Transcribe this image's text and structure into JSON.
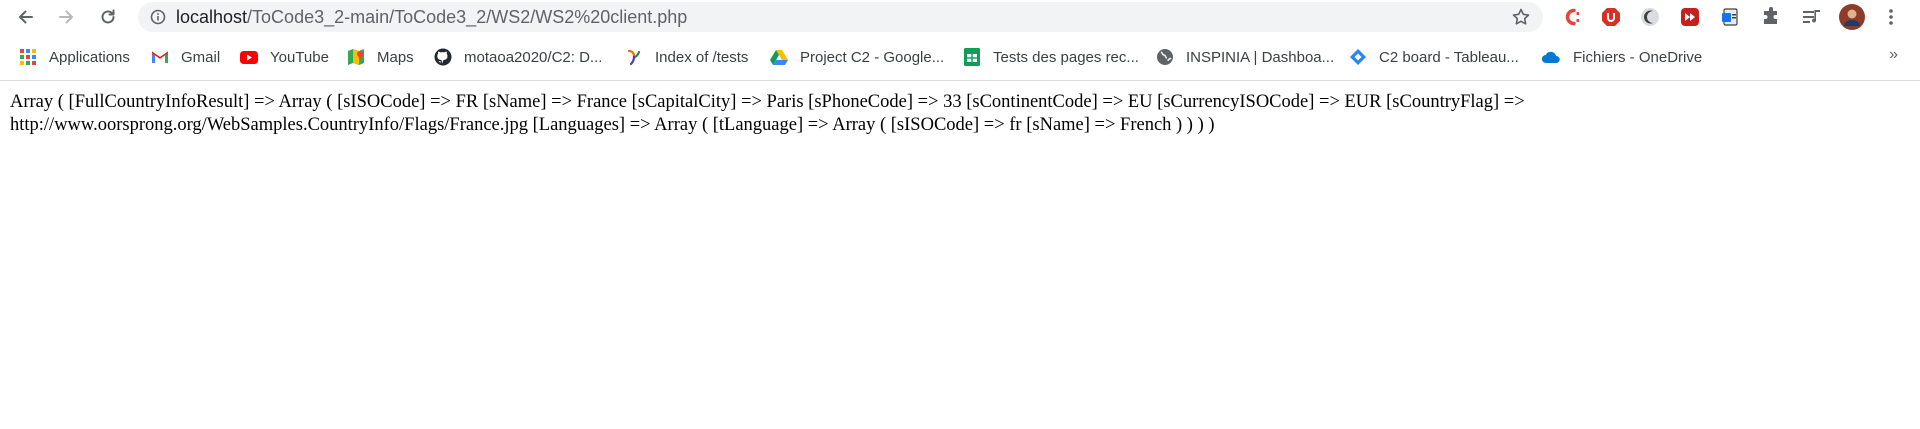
{
  "browser": {
    "url_host": "localhost",
    "url_path": "/ToCode3_2-main/ToCode3_2/WS2/WS2%20client.php",
    "bookmarks": [
      {
        "label": "Applications",
        "icon": "apps-grid-icon"
      },
      {
        "label": "Gmail",
        "icon": "gmail-icon"
      },
      {
        "label": "YouTube",
        "icon": "youtube-icon"
      },
      {
        "label": "Maps",
        "icon": "maps-icon"
      },
      {
        "label": "motaoa2020/C2: D...",
        "icon": "github-icon"
      },
      {
        "label": "Index of /tests",
        "icon": "index-icon"
      },
      {
        "label": "Project C2 - Google...",
        "icon": "google-drive-icon"
      },
      {
        "label": "Tests des pages rec...",
        "icon": "google-sheets-icon"
      },
      {
        "label": "INSPINIA | Dashboa...",
        "icon": "globe-icon"
      },
      {
        "label": "C2 board - Tableau...",
        "icon": "diamond-icon"
      },
      {
        "label": "Fichiers - OneDrive",
        "icon": "onedrive-icon"
      }
    ],
    "more_bookmarks": "»"
  },
  "page": {
    "output_text": "Array ( [FullCountryInfoResult] => Array ( [sISOCode] => FR [sName] => France [sCapitalCity] => Paris [sPhoneCode] => 33 [sContinentCode] => EU [sCurrencyISOCode] => EUR [sCountryFlag] => http://www.oorsprong.org/WebSamples.CountryInfo/Flags/France.jpg [Languages] => Array ( [tLanguage] => Array ( [sISOCode] => fr [sName] => French ) ) ) )"
  },
  "colors": {
    "youtube": "#ff0000",
    "drive_green": "#0f9d58",
    "sheets": "#0f9d58",
    "onedrive": "#0078d4",
    "jira": "#2684ff",
    "omnibox_bg": "#f1f3f4"
  }
}
